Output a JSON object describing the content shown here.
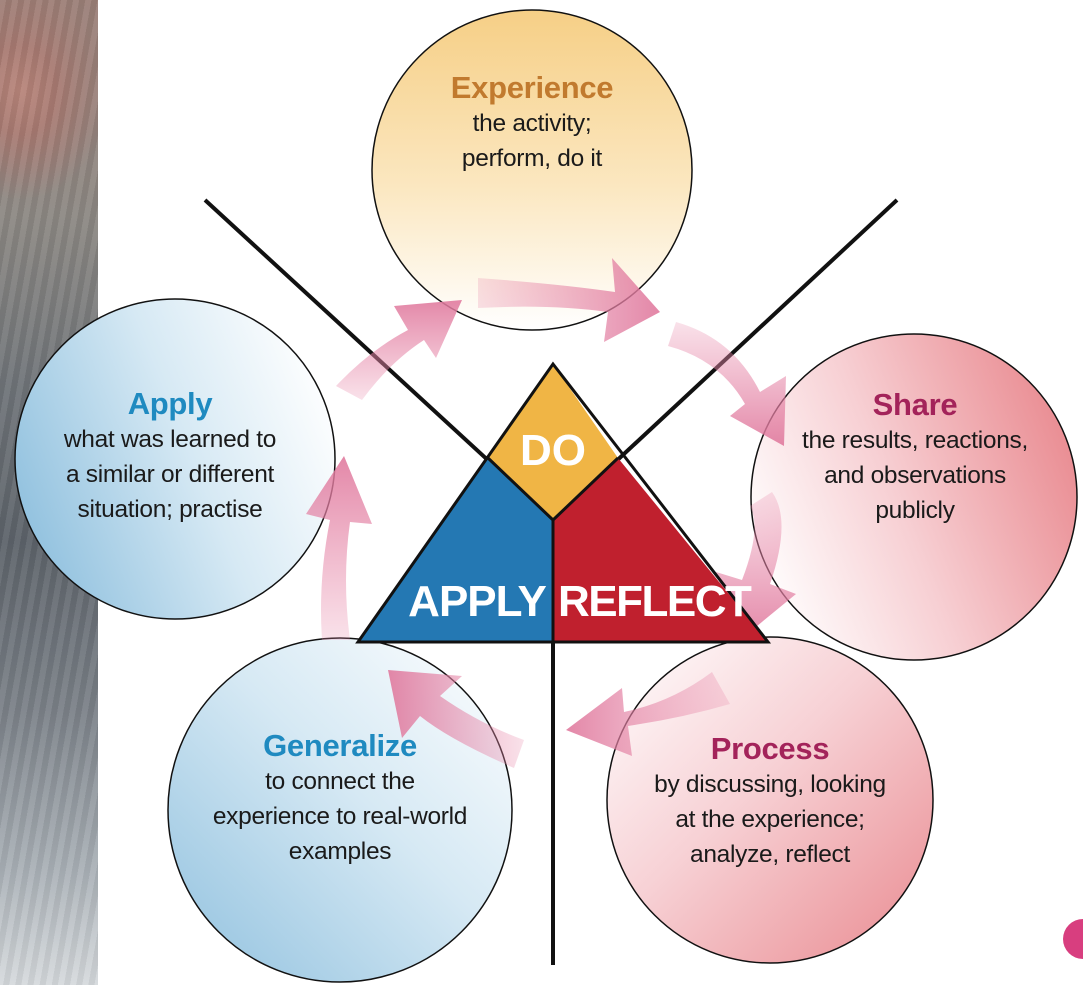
{
  "stages": {
    "experience": {
      "title": "Experience",
      "lines": [
        "the activity;",
        "perform, do it"
      ],
      "title_color": "#c17a2e"
    },
    "share": {
      "title": "Share",
      "lines": [
        "the results, reactions,",
        "and observations",
        "publicly"
      ],
      "title_color": "#a3235a"
    },
    "process": {
      "title": "Process",
      "lines": [
        "by discussing, looking",
        "at the experience;",
        "analyze, reflect"
      ],
      "title_color": "#a3235a"
    },
    "generalize": {
      "title": "Generalize",
      "lines": [
        "to connect the",
        "experience to real-world",
        "examples"
      ],
      "title_color": "#1f8ac0"
    },
    "apply": {
      "title": "Apply",
      "lines": [
        "what was learned to",
        "a similar or different",
        "situation; practise"
      ],
      "title_color": "#1f8ac0"
    }
  },
  "triangle": {
    "do": {
      "label": "DO",
      "color": "#f0b545"
    },
    "apply": {
      "label": "APPLY",
      "color": "#2478b3"
    },
    "reflect": {
      "label": "REFLECT",
      "color": "#c0202e"
    }
  },
  "arrow_color": "#e889aa"
}
